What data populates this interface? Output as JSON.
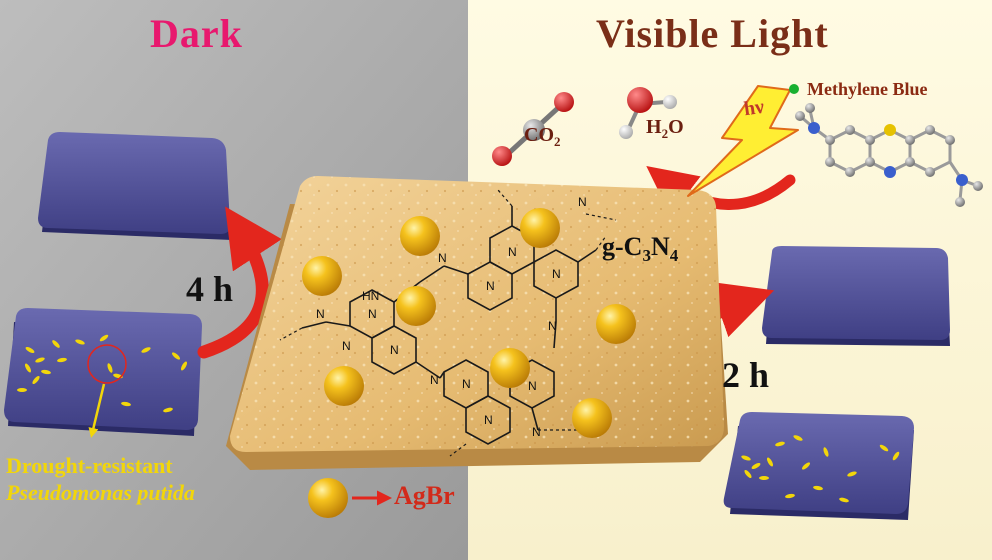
{
  "labels": {
    "dark": "Dark",
    "visible_light": "Visible Light",
    "time_dark": "4 h",
    "time_light": "2 h",
    "catalyst_prefix": "g-C",
    "catalyst_sub1": "3",
    "catalyst_mid": "N",
    "catalyst_sub2": "4",
    "co2_main": "CO",
    "co2_sub": "2",
    "h2o_pre": "H",
    "h2o_sub": "2",
    "h2o_post": "O",
    "photon": "hν",
    "dye": "Methylene Blue",
    "bacteria_line1": "Drought-resistant",
    "bacteria_line2": "Pseudomonas putida",
    "particle": "AgBr",
    "ring_nh": "HN",
    "ring_n": "N"
  },
  "colors": {
    "dark_panel": "#a9a9a9",
    "light_panel": "#fcf7d9",
    "tile": "#4f4f95",
    "tile_edge": "#2b2b66",
    "arrow": "#e3261d",
    "bacteria": "#f2d60a",
    "agbr": "#f1b415",
    "catalyst": "#e8bf79",
    "bolt": "#ffee33"
  }
}
